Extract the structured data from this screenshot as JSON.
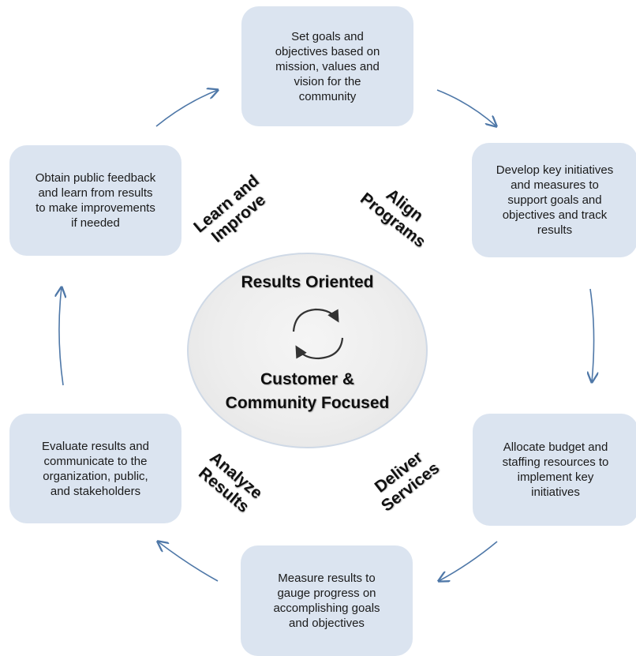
{
  "steps": {
    "top": "Set goals and\nobjectives based on\nmission, values and\nvision for the\ncommunity",
    "right": "Develop key initiatives\nand measures to\nsupport goals and\nobjectives and track\nresults",
    "bottom_right": "Allocate budget and\nstaffing resources to\nimplement key\ninitiatives",
    "bottom": "Measure results to\ngauge progress on\naccomplishing goals\nand objectives",
    "bottom_left": "Evaluate results and\ncommunicate to the\norganization, public,\nand stakeholders",
    "left": "Obtain public feedback\nand learn from results\nto make improvements\nif needed"
  },
  "phases": {
    "learn": "Learn and\nImprove",
    "align": "Align\nPrograms",
    "analyze": "Analyze\nResults",
    "deliver": "Deliver\nServices"
  },
  "center": {
    "top": "Results Oriented",
    "bottom": "Customer &\nCommunity Focused"
  },
  "colors": {
    "box_fill": "#dbe4f0",
    "arrow": "#4f78a8",
    "circle_border": "#cfd9e6",
    "cycle_icon": "#333333"
  }
}
